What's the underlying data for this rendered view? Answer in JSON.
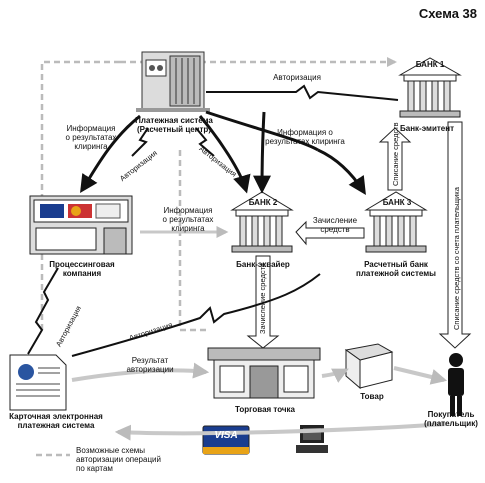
{
  "scheme_title": "Схема 38",
  "nodes": {
    "payment_system": "Платежная система\n(Расчетный центр)",
    "bank1_box": "БАНК 1",
    "bank1_role": "Банк-эмитент",
    "bank2_box": "БАНК 2",
    "bank2_role": "Банк-эквайер",
    "bank3_box": "БАНК 3",
    "bank3_role": "Расчетный банк\nплатежной системы",
    "processing": "Процессинговая\nкомпания",
    "card_system": "Карточная электронная\nплатежная система",
    "shop": "Торговая точка",
    "goods": "Товар",
    "buyer": "Покупатель\n(плательщик)"
  },
  "flows": {
    "auth_top": "Авторизация",
    "auth_ps_processing": "Авторизация",
    "auth_ps_bank2": "Авторизация",
    "auth_bank2_card": "Авторизация",
    "auth_processing_card": "Авторизация",
    "clearing_left": "Информация\nо результатах\nклиринга",
    "clearing_right": "Информация о\nрезультатах клиринга",
    "clearing_mid": "Информация\nо результатах\nклиринга",
    "credit_funds_h": "Зачисление\nсредств",
    "credit_funds_v": "Зачисление средств",
    "debit_funds": "Списание средств",
    "debit_payer": "Списание средств со счета плательщика",
    "auth_result": "Результат\nавторизации"
  },
  "legend": {
    "text": "Возможные схемы\nавторизации операций\nпо картам"
  },
  "card_logo": "VISA",
  "colors": {
    "dashed_line": "#bbbbbb",
    "arrow_black": "#111111",
    "arrow_gray": "#c8c8c8",
    "visa_blue": "#1a3d8f",
    "visa_gold": "#e8a317"
  }
}
